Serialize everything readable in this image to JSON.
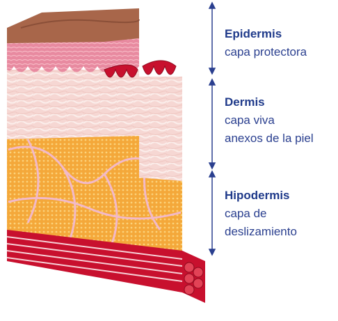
{
  "layers": [
    {
      "title": "Epidermis",
      "lines": [
        "capa protectora"
      ]
    },
    {
      "title": "Dermis",
      "lines": [
        "capa viva",
        "anexos de la piel"
      ]
    },
    {
      "title": "Hipodermis",
      "lines": [
        "capa de",
        "deslizamiento"
      ]
    }
  ],
  "colors": {
    "label_title": "#1f3a8a",
    "label_text": "#2a3f8f",
    "arrow": "#2a3f8f",
    "skin_surface": "#a8664a",
    "epidermis_pink": "#e88aa0",
    "dermis": "#f6d7d3",
    "fat": "#f4a83a",
    "fat_septa": "#f2b9c9",
    "muscle": "#c8102e"
  }
}
